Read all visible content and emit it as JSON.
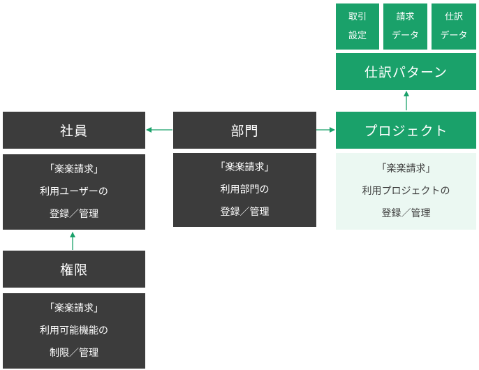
{
  "colors": {
    "dark": "#3c3c3c",
    "green": "#1aa16a",
    "pale_green": "#ebf8f2",
    "arrow": "#1aa16a"
  },
  "employee": {
    "title": "社員",
    "desc": [
      "「楽楽請求」",
      "利用ユーザーの",
      "登録／管理"
    ]
  },
  "permission": {
    "title": "権限",
    "desc": [
      "「楽楽請求」",
      "利用可能機能の",
      "制限／管理"
    ]
  },
  "department": {
    "title": "部門",
    "desc": [
      "「楽楽請求」",
      "利用部門の",
      "登録／管理"
    ]
  },
  "project": {
    "title": "プロジェクト",
    "desc": [
      "「楽楽請求」",
      "利用プロジェクトの",
      "登録／管理"
    ]
  },
  "journal_pattern": {
    "title": "仕訳パターン"
  },
  "top_boxes": [
    [
      "取引",
      "設定"
    ],
    [
      "請求",
      "データ"
    ],
    [
      "仕訳",
      "データ"
    ]
  ]
}
